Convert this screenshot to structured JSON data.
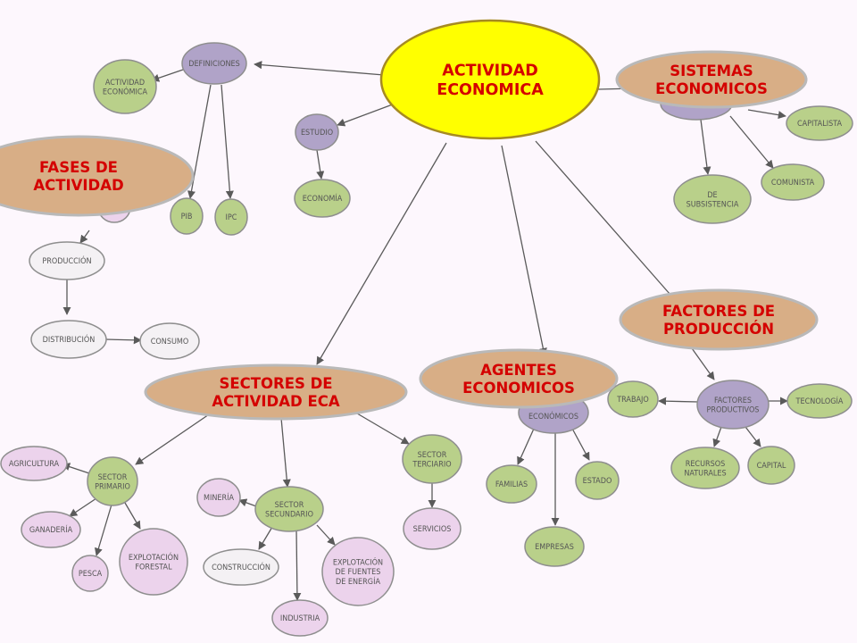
{
  "center": [
    "ACTIVIDAD",
    "ECONOMICA"
  ],
  "big_labels": {
    "sistemas": [
      "SISTEMAS",
      "ECONOMICOS"
    ],
    "fases": [
      "FASES DE",
      "ACTIVIDAD"
    ],
    "factores": [
      "FACTORES DE",
      "PRODUCCIÓN"
    ],
    "agentes": [
      "AGENTES",
      "ECONOMICOS"
    ],
    "sectores": [
      "SECTORES DE",
      "ACTIVIDAD ECA"
    ]
  },
  "nodes": {
    "definiciones": [
      "DEFINICIONES"
    ],
    "actividad_economica": [
      "ACTIVIDAD",
      "ECONÓMICA"
    ],
    "estudio": [
      "ESTUDIO"
    ],
    "economia": [
      "ECONOMÍA"
    ],
    "pib": [
      "PIB"
    ],
    "ipc": [
      "IPC"
    ],
    "produccion": [
      "PRODUCCIÓN"
    ],
    "distribucion": [
      "DISTRIBUCIÓN"
    ],
    "consumo": [
      "CONSUMO"
    ],
    "capitalista": [
      "CAPITALISTA"
    ],
    "comunista": [
      "COMUNISTA"
    ],
    "de_subsistencia": [
      "DE",
      "SUBSISTENCIA"
    ],
    "economicos": [
      "ECONÓMICOS"
    ],
    "familias": [
      "FAMILIAS"
    ],
    "estado": [
      "ESTADO"
    ],
    "empresas": [
      "EMPRESAS"
    ],
    "trabajo": [
      "TRABAJO"
    ],
    "factores_productivos": [
      "FACTORES",
      "PRODUCTIVOS"
    ],
    "tecnologia": [
      "TECNOLOGÍA"
    ],
    "recursos_naturales": [
      "RECURSOS",
      "NATURALES"
    ],
    "capital": [
      "CAPITAL"
    ],
    "agricultura": [
      "AGRICULTURA"
    ],
    "sector_primario": [
      "SECTOR",
      "PRIMARIO"
    ],
    "ganaderia": [
      "GANADERÍA"
    ],
    "pesca": [
      "PESCA"
    ],
    "explotacion_forestal": [
      "EXPLOTACIÓN",
      "FORESTAL"
    ],
    "mineria": [
      "MINERÍA"
    ],
    "sector_secundario": [
      "SECTOR",
      "SECUNDARIO"
    ],
    "construccion": [
      "CONSTRUCCIÓN"
    ],
    "industria": [
      "INDUSTRIA"
    ],
    "explotacion_fuentes": [
      "EXPLOTACIÓN",
      "DE FUENTES",
      "DE ENERGÍA"
    ],
    "sector_terciario": [
      "SECTOR",
      "TERCIARIO"
    ],
    "servicios": [
      "SERVICIOS"
    ]
  }
}
